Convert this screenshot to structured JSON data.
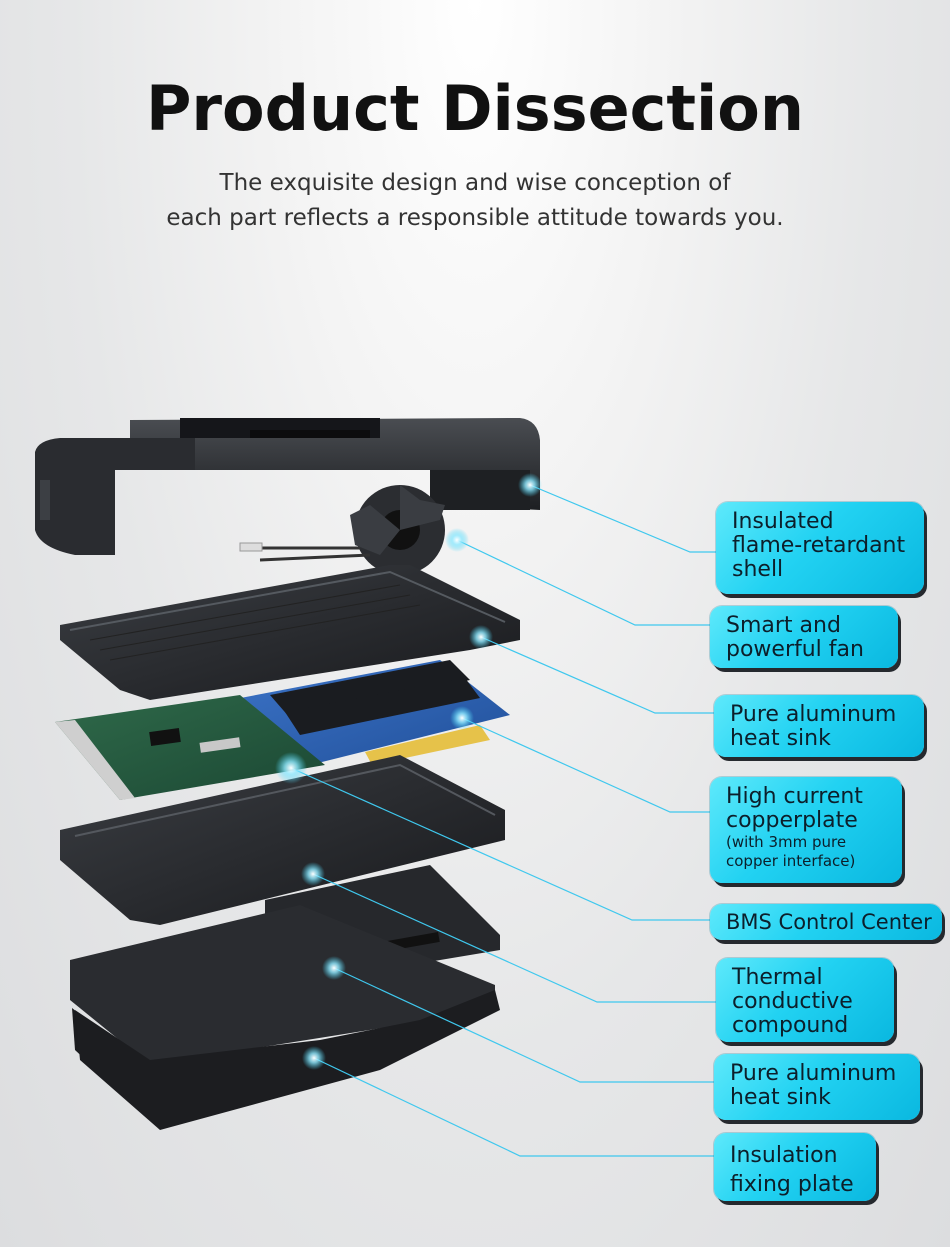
{
  "title": "Product Dissection",
  "subtitle": [
    "The exquisite design and wise conception of",
    "each part reflects a responsible attitude towards you."
  ],
  "accent_color": "#22d2f2",
  "callouts": [
    {
      "lines": [
        "Insulated",
        "flame-retardant",
        "shell"
      ]
    },
    {
      "lines": [
        "Smart and",
        "powerful fan"
      ]
    },
    {
      "lines": [
        "Pure aluminum",
        "heat sink"
      ]
    },
    {
      "lines": [
        "High current",
        "copperplate"
      ],
      "note": [
        "(with 3mm pure",
        "copper interface)"
      ]
    },
    {
      "lines": [
        "BMS Control Center"
      ]
    },
    {
      "lines": [
        "Thermal",
        "conductive",
        "compound"
      ]
    },
    {
      "lines": [
        "Pure aluminum",
        "heat sink"
      ]
    },
    {
      "lines": [
        "Insulation",
        "fixing plate"
      ]
    }
  ]
}
